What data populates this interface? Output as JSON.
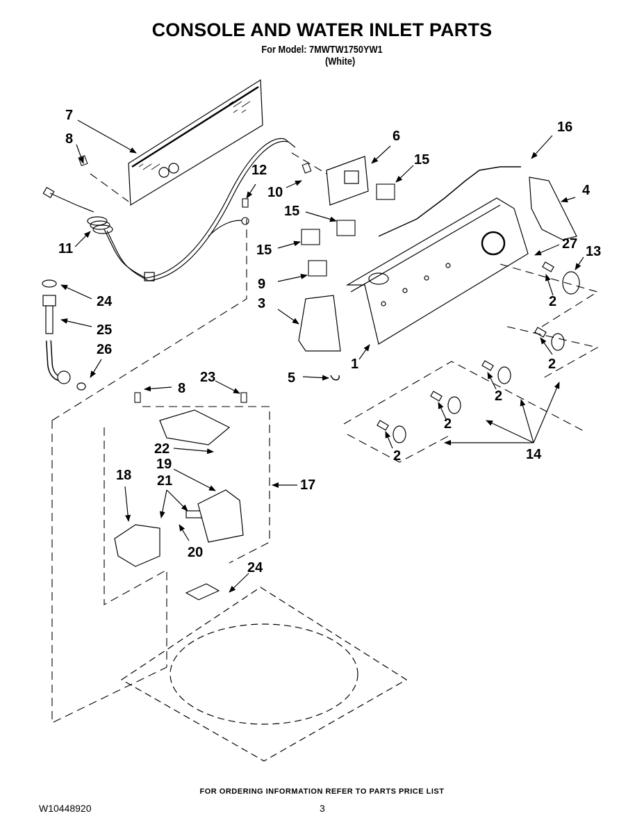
{
  "header": {
    "title": "CONSOLE AND WATER INLET PARTS",
    "model_line": "For Model: 7MWTW1750YW1",
    "color_line": "(White)"
  },
  "diagram": {
    "callouts": [
      {
        "id": "c7",
        "label": "7"
      },
      {
        "id": "c8a",
        "label": "8"
      },
      {
        "id": "c11",
        "label": "11"
      },
      {
        "id": "c12",
        "label": "12"
      },
      {
        "id": "c10",
        "label": "10"
      },
      {
        "id": "c6",
        "label": "6"
      },
      {
        "id": "c15a",
        "label": "15"
      },
      {
        "id": "c15b",
        "label": "15"
      },
      {
        "id": "c15c",
        "label": "15"
      },
      {
        "id": "c16",
        "label": "16"
      },
      {
        "id": "c4",
        "label": "4"
      },
      {
        "id": "c27",
        "label": "27"
      },
      {
        "id": "c13",
        "label": "13"
      },
      {
        "id": "c9",
        "label": "9"
      },
      {
        "id": "c3",
        "label": "3"
      },
      {
        "id": "c24a",
        "label": "24"
      },
      {
        "id": "c25",
        "label": "25"
      },
      {
        "id": "c26",
        "label": "26"
      },
      {
        "id": "c1",
        "label": "1"
      },
      {
        "id": "c5",
        "label": "5"
      },
      {
        "id": "c2a",
        "label": "2"
      },
      {
        "id": "c2b",
        "label": "2"
      },
      {
        "id": "c2c",
        "label": "2"
      },
      {
        "id": "c2d",
        "label": "2"
      },
      {
        "id": "c2e",
        "label": "2"
      },
      {
        "id": "c14",
        "label": "14"
      },
      {
        "id": "c8b",
        "label": "8"
      },
      {
        "id": "c23",
        "label": "23"
      },
      {
        "id": "c22",
        "label": "22"
      },
      {
        "id": "c19",
        "label": "19"
      },
      {
        "id": "c18",
        "label": "18"
      },
      {
        "id": "c21",
        "label": "21"
      },
      {
        "id": "c17",
        "label": "17"
      },
      {
        "id": "c20",
        "label": "20"
      },
      {
        "id": "c24b",
        "label": "24"
      }
    ]
  },
  "footer": {
    "ordering_note": "FOR ORDERING INFORMATION REFER TO PARTS PRICE LIST",
    "document_number": "W10448920",
    "page_number": "3"
  }
}
